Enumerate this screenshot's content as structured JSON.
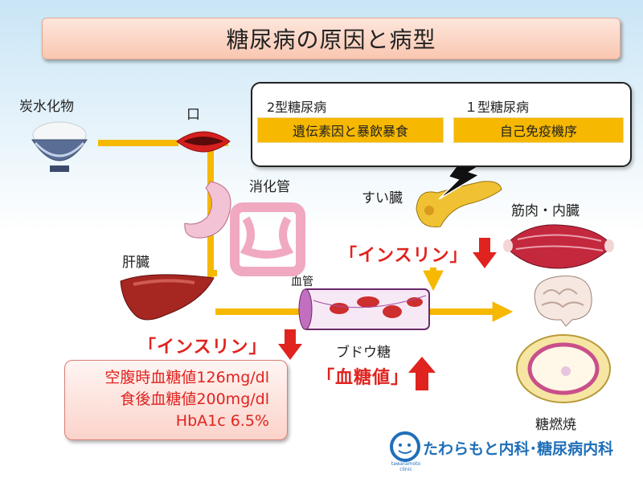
{
  "title": "糖尿病の原因と病型",
  "labels": {
    "carbs": "炭水化物",
    "mouth": "口",
    "digestive": "消化管",
    "liver": "肝臓",
    "vessel": "血管",
    "pancreas": "すい臓",
    "muscle_organs": "筋肉・内臓",
    "glucose": "ブドウ糖",
    "combustion": "糖燃焼"
  },
  "type2": {
    "heading": "2型糖尿病",
    "cause": "遺伝素因と暴飲暴食"
  },
  "type1": {
    "heading": "１型糖尿病",
    "cause": "自己免疫機序"
  },
  "insulin_label": "「インスリン」",
  "blood_sugar_label": "「血糖値」",
  "values": {
    "fasting": "空腹時血糖値126mg/dl",
    "postmeal": "食後血糖値200mg/dl",
    "hba1c": "HbA1c 6.5%"
  },
  "clinic": {
    "name": "たわらもと内科･糖尿病内科",
    "logo_sub": "tawaramoto clinic"
  },
  "colors": {
    "flow_arrow": "#f6b800",
    "red_arrow": "#e0231f",
    "title_bg": "#f9c7b1",
    "clinic_blue": "#1f6fb8"
  }
}
